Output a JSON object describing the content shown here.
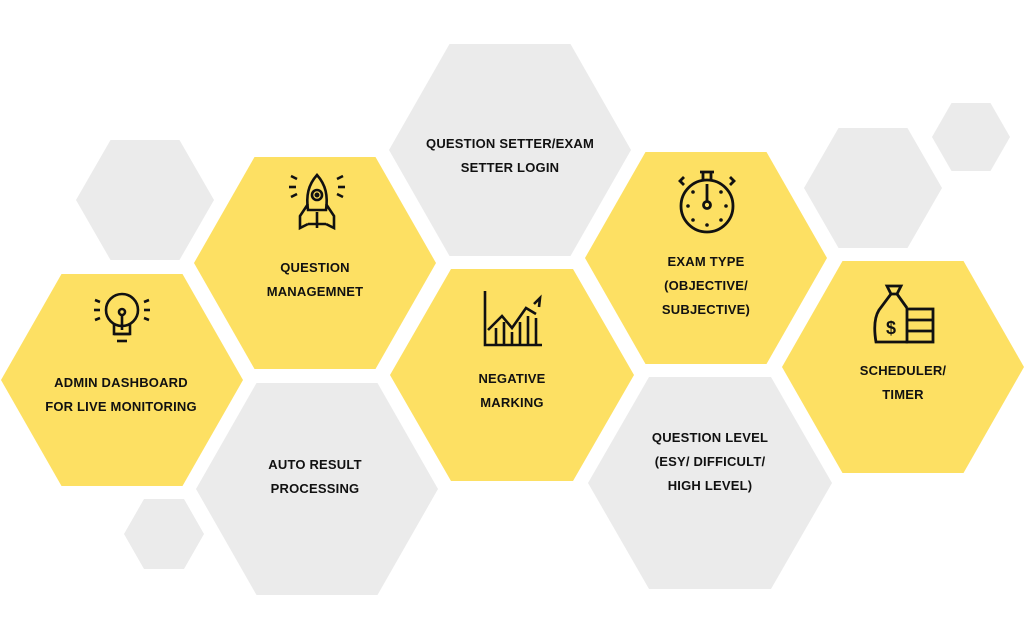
{
  "colors": {
    "yellow": "#FDE063",
    "grey": "#EBEBEB",
    "text": "#111111"
  },
  "cells": [
    {
      "id": "admin",
      "lines": [
        "ADMIN DASHBOARD",
        "FOR LIVE MONITORING"
      ],
      "icon": "lightbulb-icon"
    },
    {
      "id": "qm",
      "lines": [
        "QUESTION",
        "MANAGEMNET"
      ],
      "icon": "rocket-icon"
    },
    {
      "id": "qs",
      "lines": [
        "QUESTION SETTER/EXAM",
        "SETTER LOGIN"
      ]
    },
    {
      "id": "neg",
      "lines": [
        "NEGATIVE",
        "MARKING"
      ],
      "icon": "growth-chart-icon"
    },
    {
      "id": "exam",
      "lines": [
        "EXAM TYPE",
        "(OBJECTIVE/",
        "SUBJECTIVE)"
      ],
      "icon": "stopwatch-icon"
    },
    {
      "id": "auto",
      "lines": [
        "AUTO RESULT",
        "PROCESSING"
      ]
    },
    {
      "id": "level",
      "lines": [
        "QUESTION LEVEL",
        "(ESY/ DIFFICULT/",
        "HIGH LEVEL)"
      ]
    },
    {
      "id": "sched",
      "lines": [
        "SCHEDULER/",
        "TIMER"
      ],
      "icon": "money-bag-icon"
    }
  ]
}
